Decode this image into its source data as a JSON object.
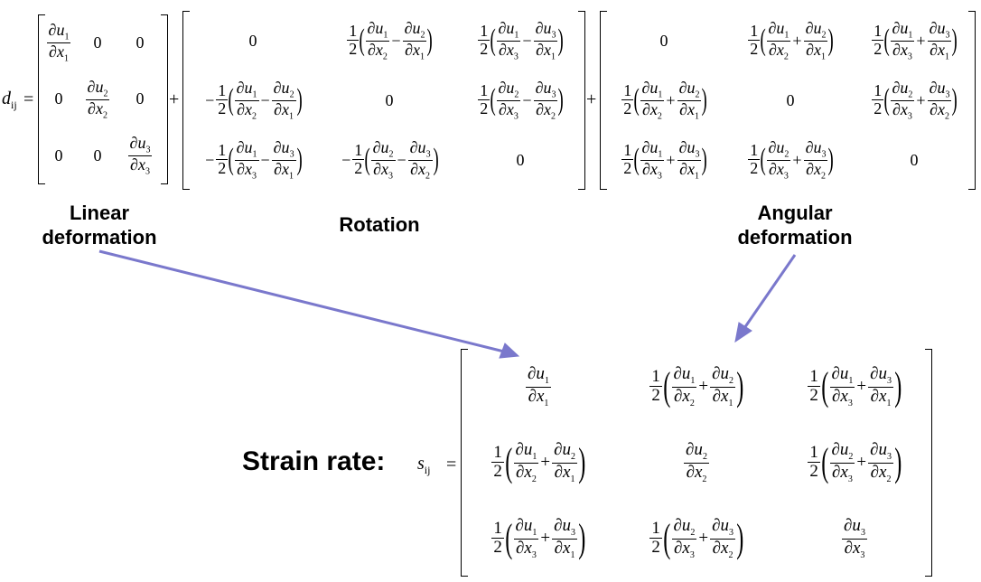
{
  "top_equation": {
    "lhs_symbol": "d",
    "lhs_subscript": "ij",
    "equals": "=",
    "plus": "+",
    "zero": "0",
    "minus": "−",
    "half_num": "1",
    "half_den": "2"
  },
  "labels": {
    "linear_line1": "Linear",
    "linear_line2": "deformation",
    "rotation": "Rotation",
    "angular_line1": "Angular",
    "angular_line2": "deformation",
    "strain_rate": "Strain rate:"
  },
  "strain_equation": {
    "lhs_symbol": "s",
    "lhs_subscript": "ij",
    "equals": "="
  },
  "colors": {
    "arrow": "#7a78cc",
    "text": "#000000"
  }
}
